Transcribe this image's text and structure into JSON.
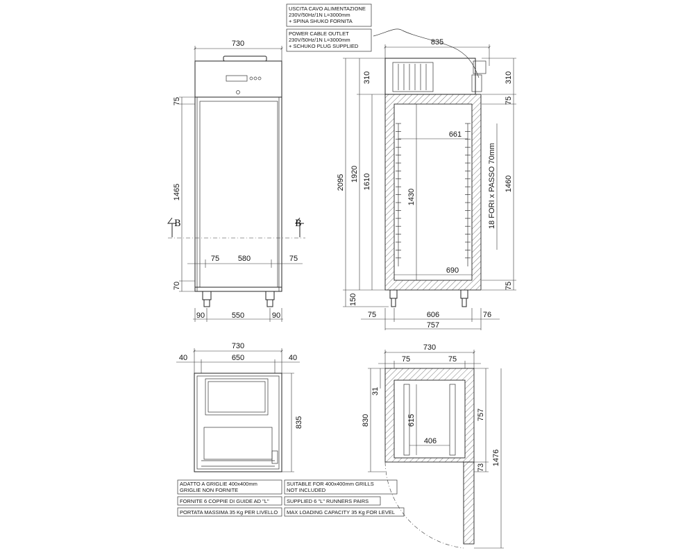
{
  "notes": {
    "cable_it": [
      "USCITA CAVO ALIMENTAZIONE",
      "230V/50Hz/1N L=3000mm",
      "+ SPINA SHUKO FORNITA"
    ],
    "cable_en": [
      "POWER CABLE OUTLET",
      "230V/50Hz/1N L=3000mm",
      "+ SCHUKO PLUG SUPPLIED"
    ],
    "grid_it": [
      "ADATTO A GRIGLIE 400x400mm",
      "GRIGLIE NON FORNITE"
    ],
    "grid_en": [
      "SUITABLE FOR 400x400mm GRILLS",
      "NOT INCLUDED"
    ],
    "runners_it": "FORNITE 6 COPPIE DI GUIDE AD \"L\"",
    "runners_en": "SUPPLIED 6 \"L\" RUNNERS PAIRS",
    "load_it": "PORTATA MASSIMA 35 Kg PER LIVELLO",
    "load_en": "MAX LOADING CAPACITY 35 Kg FOR LEVEL"
  },
  "front_view": {
    "width_total": "730",
    "door_top": "75",
    "door_height": "1465",
    "bottom_gap": "70",
    "margin_left": "75",
    "inner_width": "580",
    "margin_right": "75",
    "leg_left": "90",
    "leg_span": "550",
    "leg_right": "90",
    "section_mark": "B"
  },
  "side_section": {
    "depth_total": "835",
    "height_total": "2095",
    "height_body": "1920",
    "height_cabinet": "1610",
    "height_internal": "1430",
    "unit_height_left": "310",
    "unit_height_right": "310",
    "top_wall": "75",
    "bottom_wall": "75",
    "inner_top": "661",
    "inner_bottom": "690",
    "holes_label": "18 FORI x PASSO 70mm",
    "holes_height": "1460",
    "feet_height": "150",
    "bottom_left": "75",
    "bottom_mid": "606",
    "bottom_right": "76",
    "bottom_total": "757"
  },
  "top_view": {
    "width_total": "730",
    "left": "40",
    "mid": "650",
    "right": "40",
    "depth": "835"
  },
  "plan_section": {
    "width_total": "730",
    "wall_left": "75",
    "wall_right": "75",
    "gap_top": "31",
    "depth_830": "830",
    "runner_615": "615",
    "inner_406": "406",
    "depth_757": "757",
    "depth_73": "73",
    "total_1476": "1476"
  }
}
